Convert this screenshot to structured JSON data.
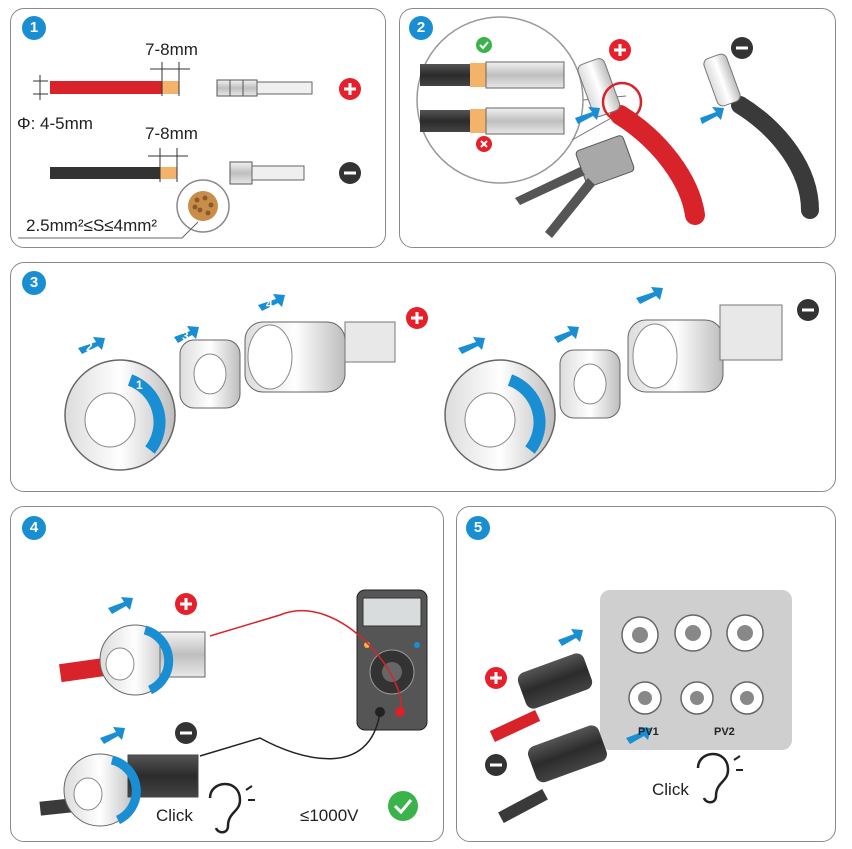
{
  "steps": [
    "1",
    "2",
    "3",
    "4",
    "5"
  ],
  "step1": {
    "strip_red": "7-8mm",
    "strip_black": "7-8mm",
    "diameter": "Φ: 4-5mm",
    "cross_section": "2.5mm²≤S≤4mm²"
  },
  "step4": {
    "click": "Click",
    "voltage": "≤1000V"
  },
  "step5": {
    "click": "Click",
    "pv1": "PV1",
    "pv2": "PV2"
  },
  "arrow_numbers": [
    "1",
    "2",
    "3",
    "4"
  ],
  "colors": {
    "accent": "#1a8ed2",
    "plus": "#e5202a",
    "ok": "#3ab34a",
    "cable_red": "#d8232a",
    "cable_black": "#3a3a3a"
  }
}
